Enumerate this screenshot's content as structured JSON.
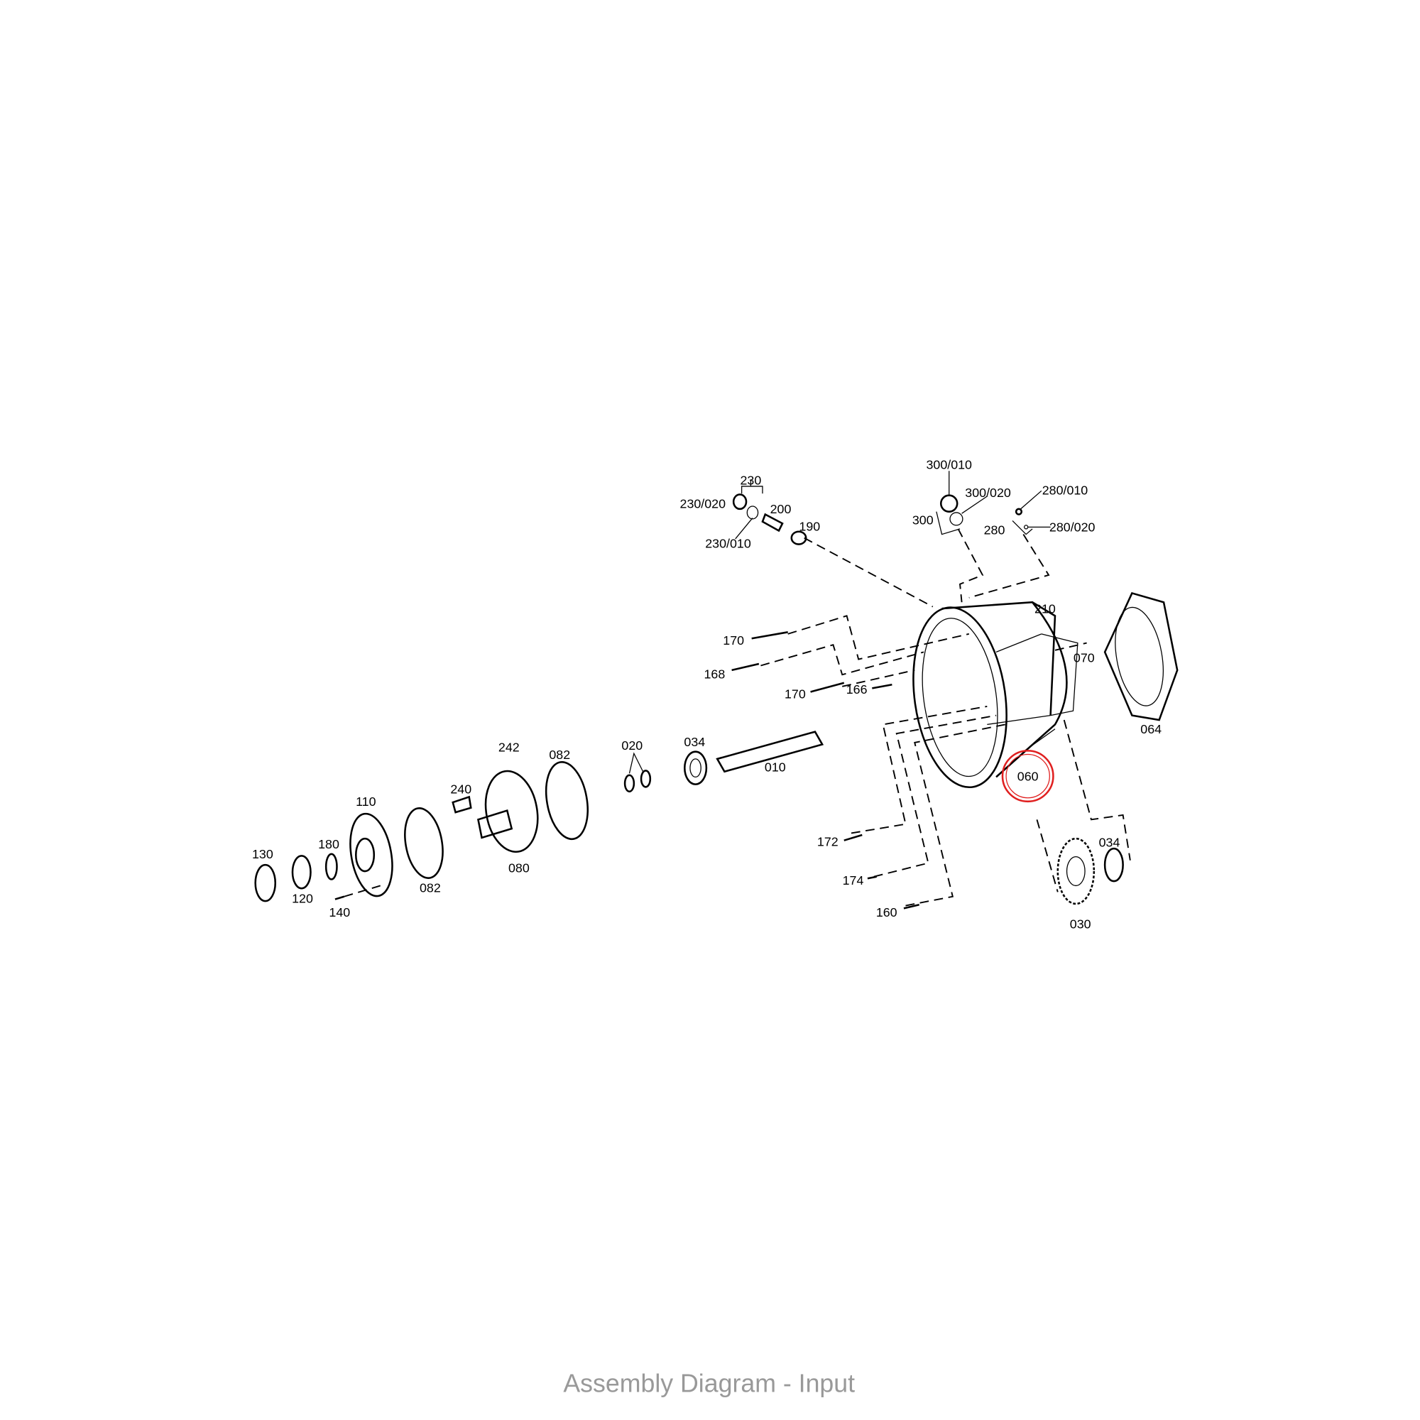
{
  "caption": "Assembly Diagram - Input",
  "highlight_color": "#e02020",
  "labels": {
    "p230": "230",
    "p230_020": "230/020",
    "p200": "200",
    "p230_010": "230/010",
    "p190": "190",
    "p300_010": "300/010",
    "p300_020": "300/020",
    "p300": "300",
    "p280_010": "280/010",
    "p280": "280",
    "p280_020": "280/020",
    "p210": "210",
    "p070": "070",
    "p064": "064",
    "p170a": "170",
    "p168": "168",
    "p170b": "170",
    "p166": "166",
    "p034a": "034",
    "p010": "010",
    "p020": "020",
    "p082a": "082",
    "p242": "242",
    "p240": "240",
    "p080": "080",
    "p110": "110",
    "p082b": "082",
    "p130": "130",
    "p180": "180",
    "p120": "120",
    "p140": "140",
    "p060": "060",
    "p172": "172",
    "p174": "174",
    "p160": "160",
    "p034b": "034",
    "p030": "030"
  }
}
